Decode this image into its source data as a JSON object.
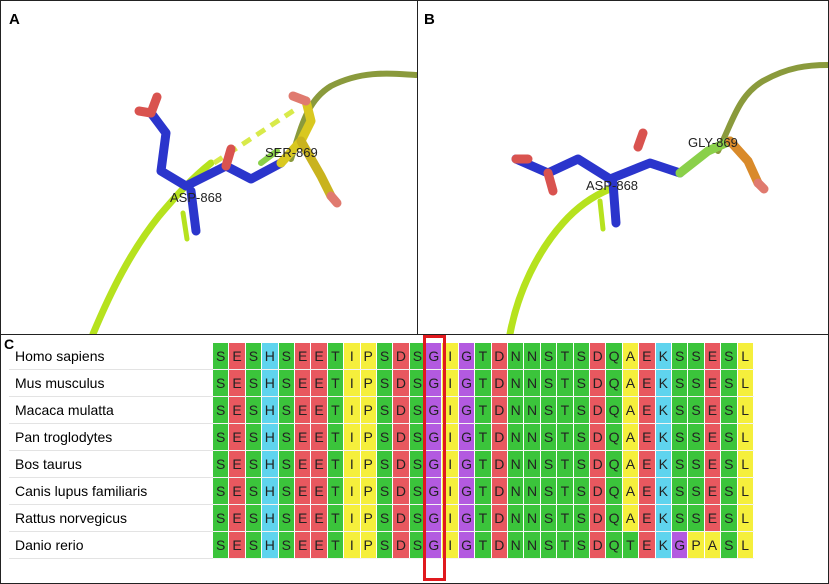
{
  "panels": {
    "a": {
      "label": "A",
      "residue1": "ASP-868",
      "residue2": "SER-869"
    },
    "b": {
      "label": "B",
      "residue1": "ASP-868",
      "residue2": "GLY-869"
    },
    "c": {
      "label": "C"
    }
  },
  "species": [
    "Homo sapiens",
    "Mus musculus",
    "Macaca mulatta",
    "Pan troglodytes",
    "Bos taurus",
    "Canis lupus familiaris",
    "Rattus norvegicus",
    "Danio rerio"
  ],
  "sequences": [
    "SESHSEETIPSDSGIGTDNNSTSDQAEKSSESL",
    "SESHSEETIPSDSGIGTDNNSTSDQAEKSSESL",
    "SESHSEETIPSDSGIGTDNNSTSDQAEKSSESL",
    "SESHSEETIPSDSGIGTDNNSTSDQAEKSSESL",
    "SESHSEETIPSDSGIGTDNNSTSDQAEKSSESL",
    "SESHSEETIPSDSGIGTDNNSTSDQAEKSSESL",
    "SESHSEETIPSDSGIGTDNNSTSDQAEKSSESL",
    "SESHSEETIPSDSGIGTDNNSTSDQTEKGPASL"
  ],
  "highlight_column": 13,
  "colors": {
    "S": "#3bc43b",
    "E": "#e8585f",
    "D": "#e8585f",
    "H": "#5fd4ee",
    "K": "#5fd4ee",
    "T": "#3bc43b",
    "N": "#3bc43b",
    "Q": "#3bc43b",
    "I": "#f5ef3c",
    "A": "#f5ef3c",
    "L": "#f5ef3c",
    "P": "#f5ef3c",
    "G": "#b35ae0",
    "highlight": "#e0191e",
    "backbone": "#a8d820",
    "carbon_blue": "#2b35cc"
  }
}
